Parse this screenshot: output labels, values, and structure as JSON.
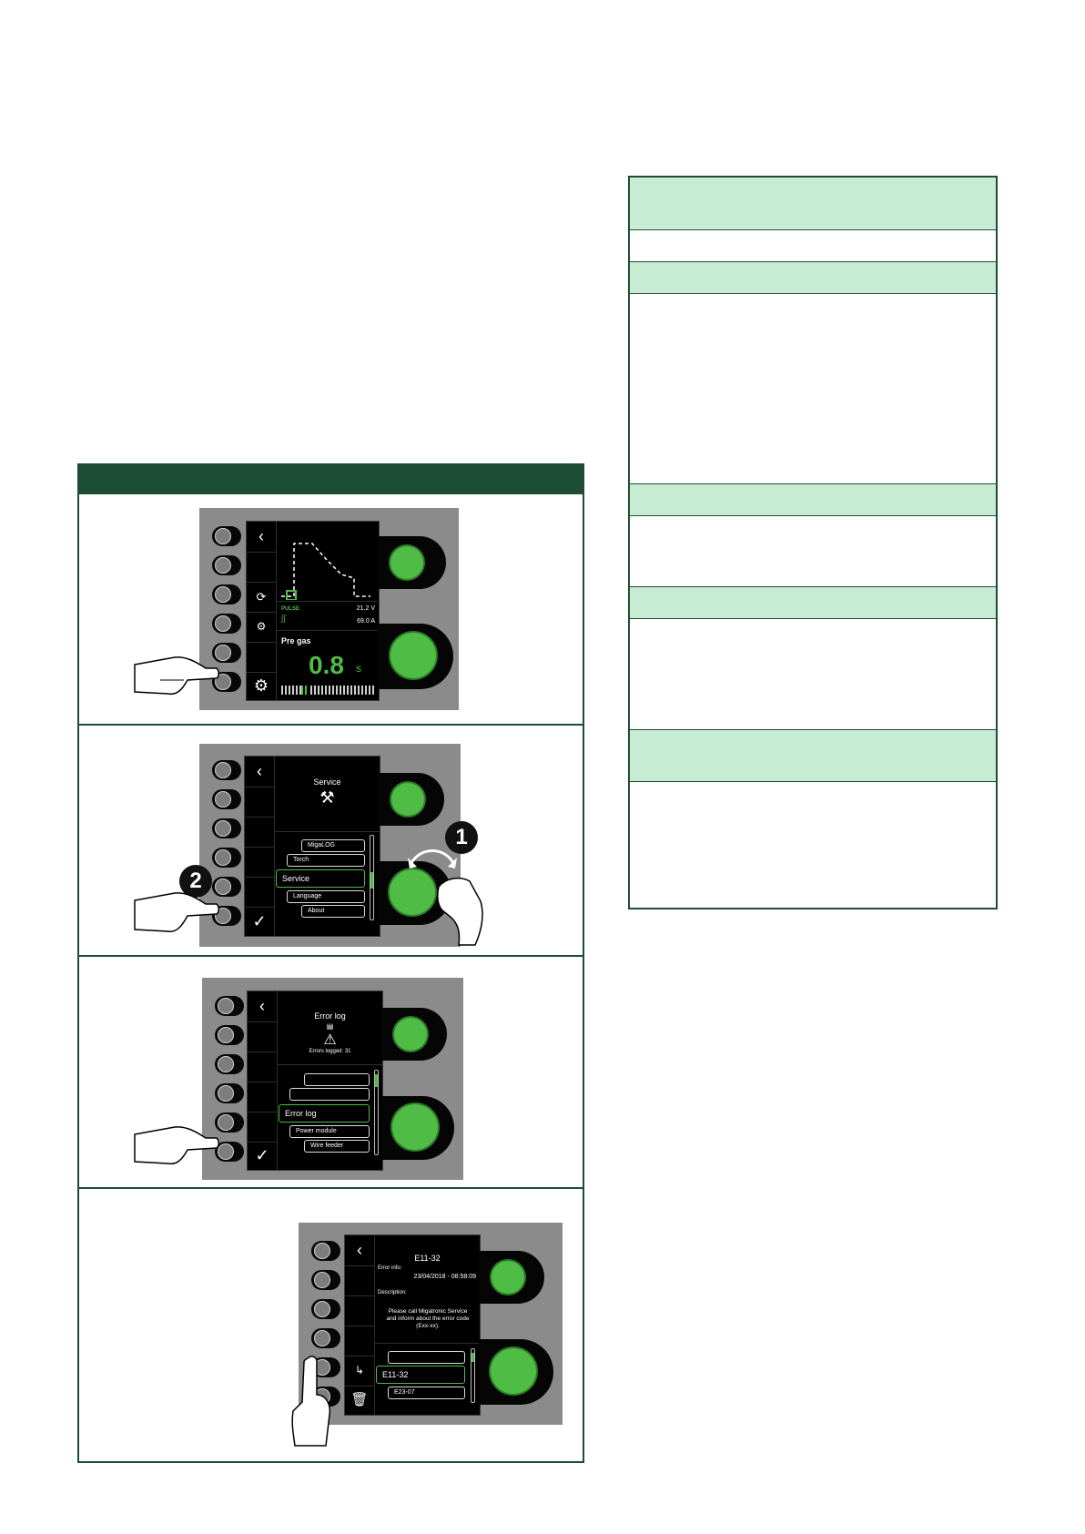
{
  "steps": {
    "step1": {
      "display": {
        "pulse_label": "PULSE",
        "voltage": "21.2 V",
        "current": "69.0 A",
        "param_name": "Pre gas",
        "value": "0.8",
        "unit": "s"
      }
    },
    "step2": {
      "title": "Service",
      "callout_1": "1",
      "callout_2": "2",
      "menu": [
        "MigaLOG",
        "Torch",
        "Service",
        "Language",
        "About"
      ]
    },
    "step3": {
      "title": "Error log",
      "errors_logged": "Errors logged: 31",
      "menu": [
        "Error log",
        "Power module",
        "Wire feeder"
      ]
    },
    "step4": {
      "code": "E11-32",
      "error_info_label": "Error info:",
      "timestamp": "23/04/2018 - 08:58:09",
      "description_label": "Description:",
      "description": "Please call Migatronic Service and inform about the error code (Exx-xx).",
      "list": [
        "E11-32",
        "E23-07"
      ]
    }
  }
}
